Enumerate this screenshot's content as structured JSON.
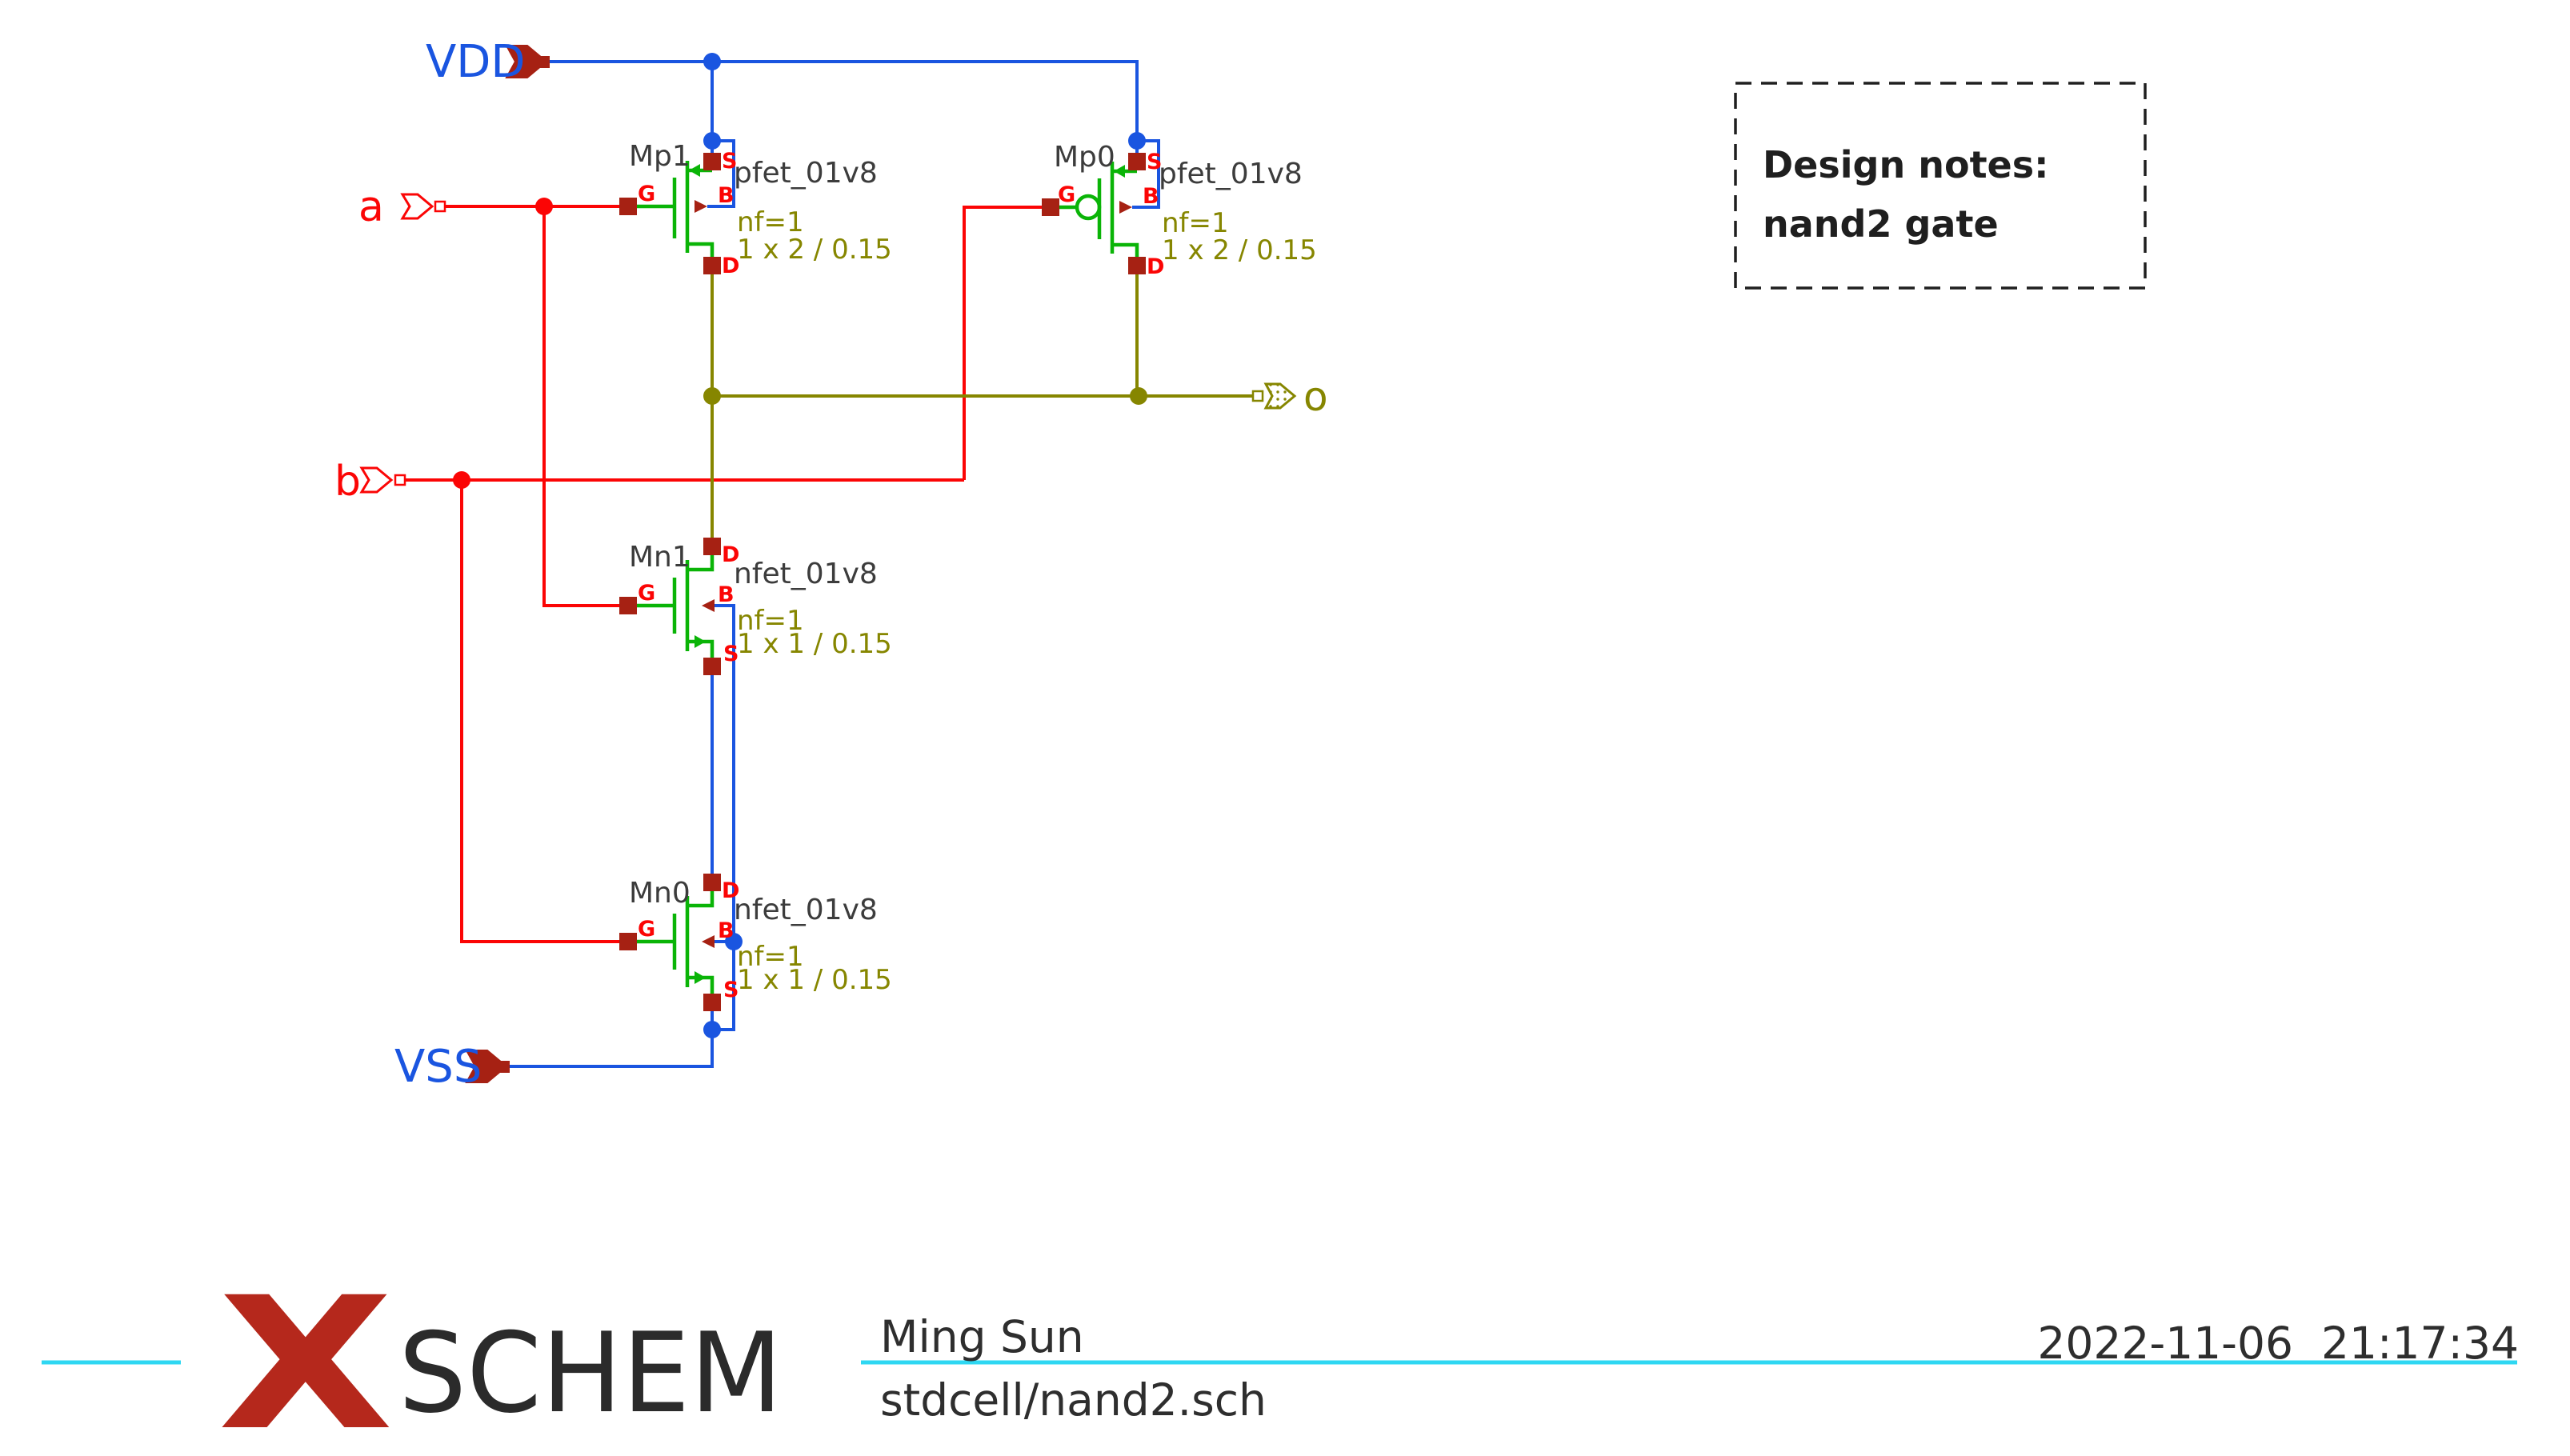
{
  "colors": {
    "background": "#ffffff",
    "red": "#fb0505",
    "blue": "#1a55e0",
    "green": "#0ab407",
    "olive": "#868600",
    "brick": "#a62113",
    "gray_text": "#3c3c3c",
    "cyan": "#2ed7f2",
    "logo_red": "#b5281c",
    "title_text": "#2b2b2b",
    "notes_text": "#1f1f1f"
  },
  "ports": {
    "vdd": {
      "label": "VDD"
    },
    "vss": {
      "label": "VSS"
    },
    "a": {
      "label": "a"
    },
    "b": {
      "label": "b"
    },
    "o": {
      "label": "o"
    }
  },
  "terminals": {
    "source": "S",
    "drain": "D",
    "gate": "G",
    "bulk": "B"
  },
  "transistors": [
    {
      "name": "Mp1",
      "model": "pfet_01v8",
      "nf": "nf=1",
      "size": "1 x 2 / 0.15"
    },
    {
      "name": "Mp0",
      "model": "pfet_01v8",
      "nf": "nf=1",
      "size": "1 x 2 / 0.15"
    },
    {
      "name": "Mn1",
      "model": "nfet_01v8",
      "nf": "nf=1",
      "size": "1 x 1 / 0.15"
    },
    {
      "name": "Mn0",
      "model": "nfet_01v8",
      "nf": "nf=1",
      "size": "1 x 1 / 0.15"
    }
  ],
  "notes": {
    "line1": "Design notes:",
    "line2": "nand2 gate"
  },
  "title_block": {
    "logo_x": "X",
    "logo_name": "SCHEM",
    "author": "Ming Sun",
    "file": "stdcell/nand2.sch",
    "datetime": "2022-11-06  21:17:34"
  }
}
